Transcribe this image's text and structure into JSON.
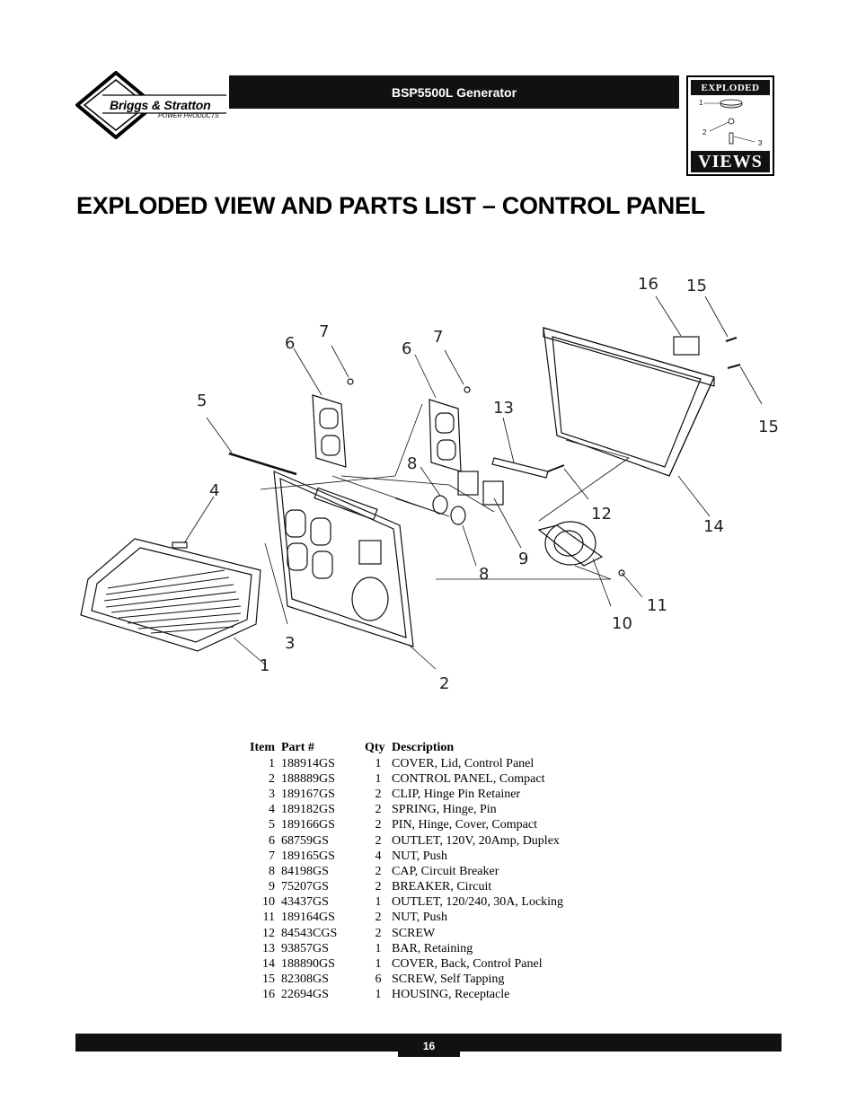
{
  "logo": {
    "brand": "Briggs & Stratton",
    "sub": "POWER PRODUCTS"
  },
  "header": {
    "model": "BSP5500L Generator"
  },
  "badge": {
    "top": "EXPLODED",
    "bottom": "VIEWS",
    "numbers": [
      "1",
      "2",
      "3"
    ]
  },
  "title": "EXPLODED VIEW AND PARTS LIST – CONTROL PANEL",
  "diagram": {
    "callouts": [
      "1",
      "2",
      "3",
      "4",
      "5",
      "6",
      "7",
      "6",
      "7",
      "8",
      "8",
      "9",
      "10",
      "11",
      "12",
      "13",
      "14",
      "15",
      "15",
      "16"
    ]
  },
  "parts_list": {
    "headers": {
      "item": "Item",
      "part": "Part #",
      "qty": "Qty",
      "description": "Description"
    },
    "rows": [
      {
        "item": "1",
        "part": "188914GS",
        "qty": "1",
        "description": "COVER, Lid, Control Panel"
      },
      {
        "item": "2",
        "part": "188889GS",
        "qty": "1",
        "description": "CONTROL PANEL, Compact"
      },
      {
        "item": "3",
        "part": "189167GS",
        "qty": "2",
        "description": "CLIP, Hinge Pin Retainer"
      },
      {
        "item": "4",
        "part": "189182GS",
        "qty": "2",
        "description": "SPRING, Hinge, Pin"
      },
      {
        "item": "5",
        "part": "189166GS",
        "qty": "2",
        "description": "PIN, Hinge, Cover, Compact"
      },
      {
        "item": "6",
        "part": "68759GS",
        "qty": "2",
        "description": "OUTLET, 120V, 20Amp, Duplex"
      },
      {
        "item": "7",
        "part": "189165GS",
        "qty": "4",
        "description": "NUT, Push"
      },
      {
        "item": "8",
        "part": "84198GS",
        "qty": "2",
        "description": "CAP, Circuit Breaker"
      },
      {
        "item": "9",
        "part": "75207GS",
        "qty": "2",
        "description": "BREAKER, Circuit"
      },
      {
        "item": "10",
        "part": "43437GS",
        "qty": "1",
        "description": "OUTLET, 120/240, 30A, Locking"
      },
      {
        "item": "11",
        "part": "189164GS",
        "qty": "2",
        "description": "NUT, Push"
      },
      {
        "item": "12",
        "part": "84543CGS",
        "qty": "2",
        "description": "SCREW"
      },
      {
        "item": "13",
        "part": "93857GS",
        "qty": "1",
        "description": "BAR, Retaining"
      },
      {
        "item": "14",
        "part": "188890GS",
        "qty": "1",
        "description": "COVER, Back, Control Panel"
      },
      {
        "item": "15",
        "part": "82308GS",
        "qty": "6",
        "description": "SCREW, Self Tapping"
      },
      {
        "item": "16",
        "part": "22694GS",
        "qty": "1",
        "description": "HOUSING, Receptacle"
      }
    ]
  },
  "footer": {
    "page": "16"
  }
}
